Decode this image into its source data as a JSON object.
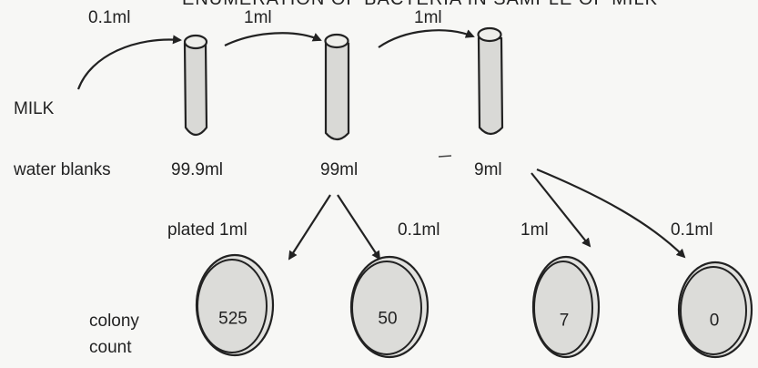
{
  "header_fragment": "ENUMERATION OF BACTERIA IN SAMPLE OF MILK",
  "source": {
    "label": "MILK"
  },
  "transfers": [
    "0.1ml",
    "1ml",
    "1ml"
  ],
  "row_label": "water blanks",
  "blanks": [
    "99.9ml",
    "99ml",
    "9ml"
  ],
  "plating": [
    "plated 1ml",
    "0.1ml",
    "1ml",
    "0.1ml"
  ],
  "colony_label": [
    "colony",
    "count"
  ],
  "counts": [
    "525",
    "50",
    "7",
    "0"
  ]
}
